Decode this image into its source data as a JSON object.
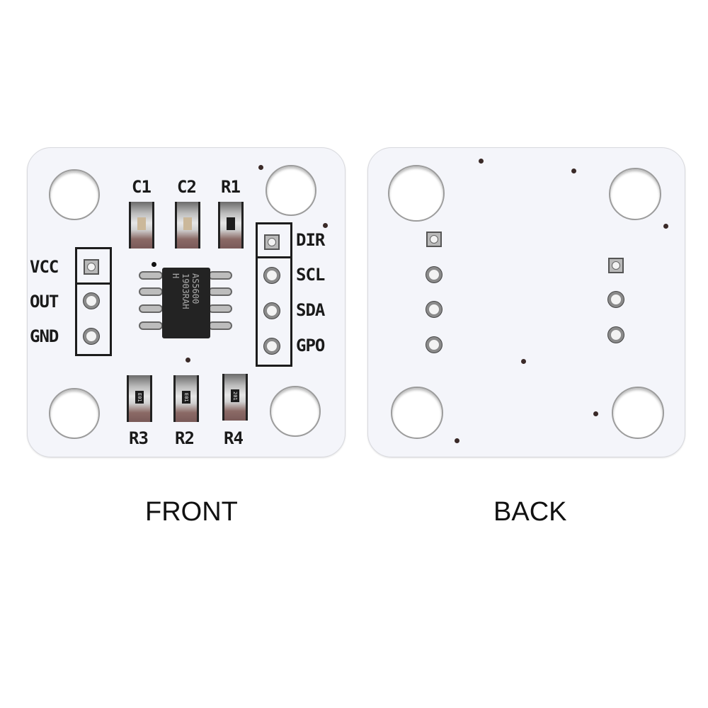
{
  "front": {
    "caption": "FRONT",
    "left_header": {
      "labels": [
        "VCC",
        "OUT",
        "GND"
      ]
    },
    "right_header": {
      "labels": [
        "DIR",
        "SCL",
        "SDA",
        "GPO"
      ]
    },
    "top_components": [
      {
        "ref": "C1",
        "type": "capacitor"
      },
      {
        "ref": "C2",
        "type": "capacitor"
      },
      {
        "ref": "R1",
        "type": "resistor"
      }
    ],
    "bottom_components": [
      {
        "ref": "R3",
        "type": "resistor",
        "marking": "E01"
      },
      {
        "ref": "R2",
        "type": "resistor",
        "marking": "E01"
      },
      {
        "ref": "R4",
        "type": "resistor",
        "marking": "201"
      }
    ],
    "chip": {
      "line1": "AS5600",
      "line2": "1903RAH",
      "line3": "H"
    }
  },
  "back": {
    "caption": "BACK"
  },
  "colors": {
    "board": "#f4f5fa",
    "silkscreen": "#1a1a1a",
    "chip": "#232323"
  }
}
